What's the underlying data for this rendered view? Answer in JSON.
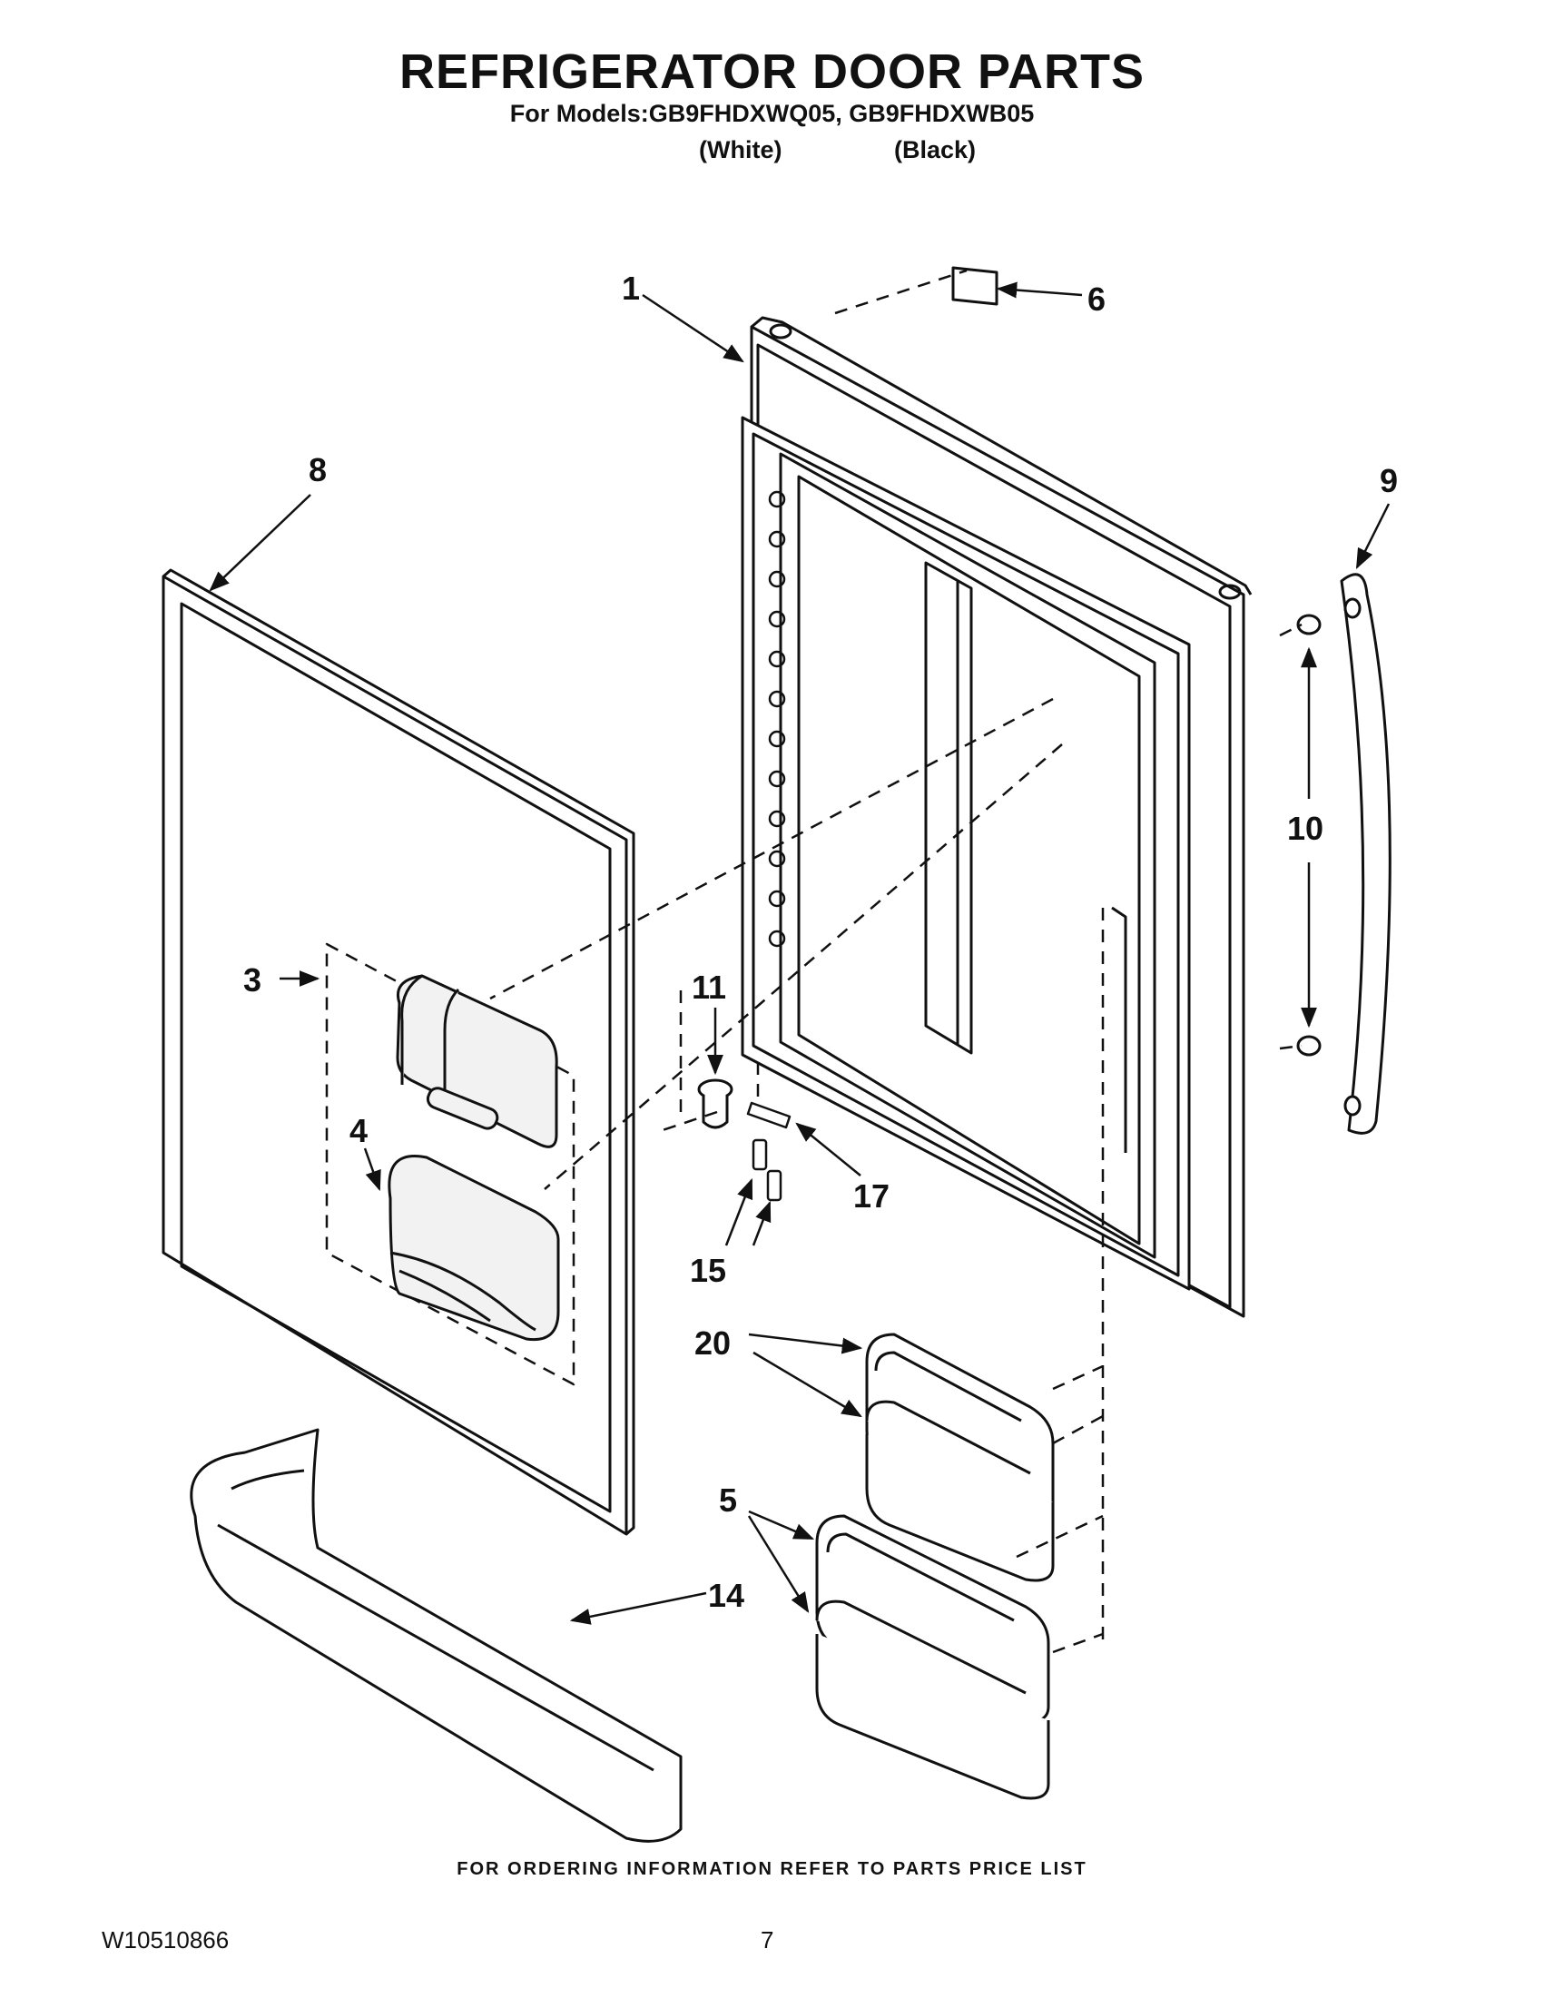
{
  "header": {
    "title": "REFRIGERATOR DOOR PARTS",
    "models_line": "For Models:GB9FHDXWQ05, GB9FHDXWB05",
    "color_white": "(White)",
    "color_black": "(Black)"
  },
  "callouts": {
    "c1": "1",
    "c3": "3",
    "c4": "4",
    "c5": "5",
    "c6": "6",
    "c8": "8",
    "c9": "9",
    "c10": "10",
    "c11": "11",
    "c14": "14",
    "c15": "15",
    "c17": "17",
    "c20": "20"
  },
  "footer": {
    "ordering_note": "FOR ORDERING INFORMATION REFER TO PARTS PRICE LIST",
    "doc_number": "W10510866",
    "page_number": "7"
  }
}
